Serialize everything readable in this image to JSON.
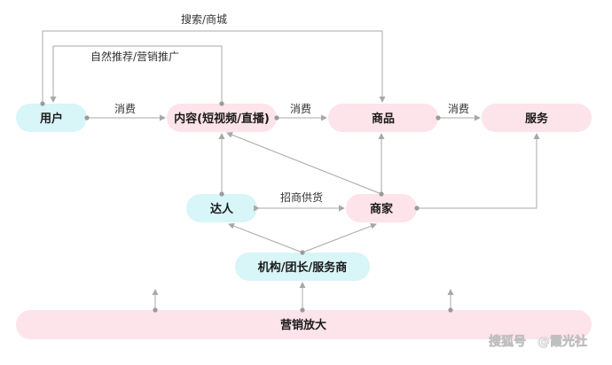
{
  "colors": {
    "cyan": "#d8f5f8",
    "pink": "#fde3ea",
    "line": "#a8a8a8",
    "dot": "#9a9a9a"
  },
  "nodes": {
    "user": "用户",
    "content": "内容(短视频/直播)",
    "goods": "商品",
    "service": "服务",
    "influencer": "达人",
    "merchant": "商家",
    "agency": "机构/团长/服务商",
    "marketing": "营销放大"
  },
  "edges": {
    "search": "搜索/商城",
    "recommend": "自然推荐/营销推广",
    "consume1": "消费",
    "consume2": "消费",
    "consume3": "消费",
    "supply": "招商供货"
  },
  "watermark": {
    "brand": "搜狐号",
    "author": "@霞光社"
  }
}
